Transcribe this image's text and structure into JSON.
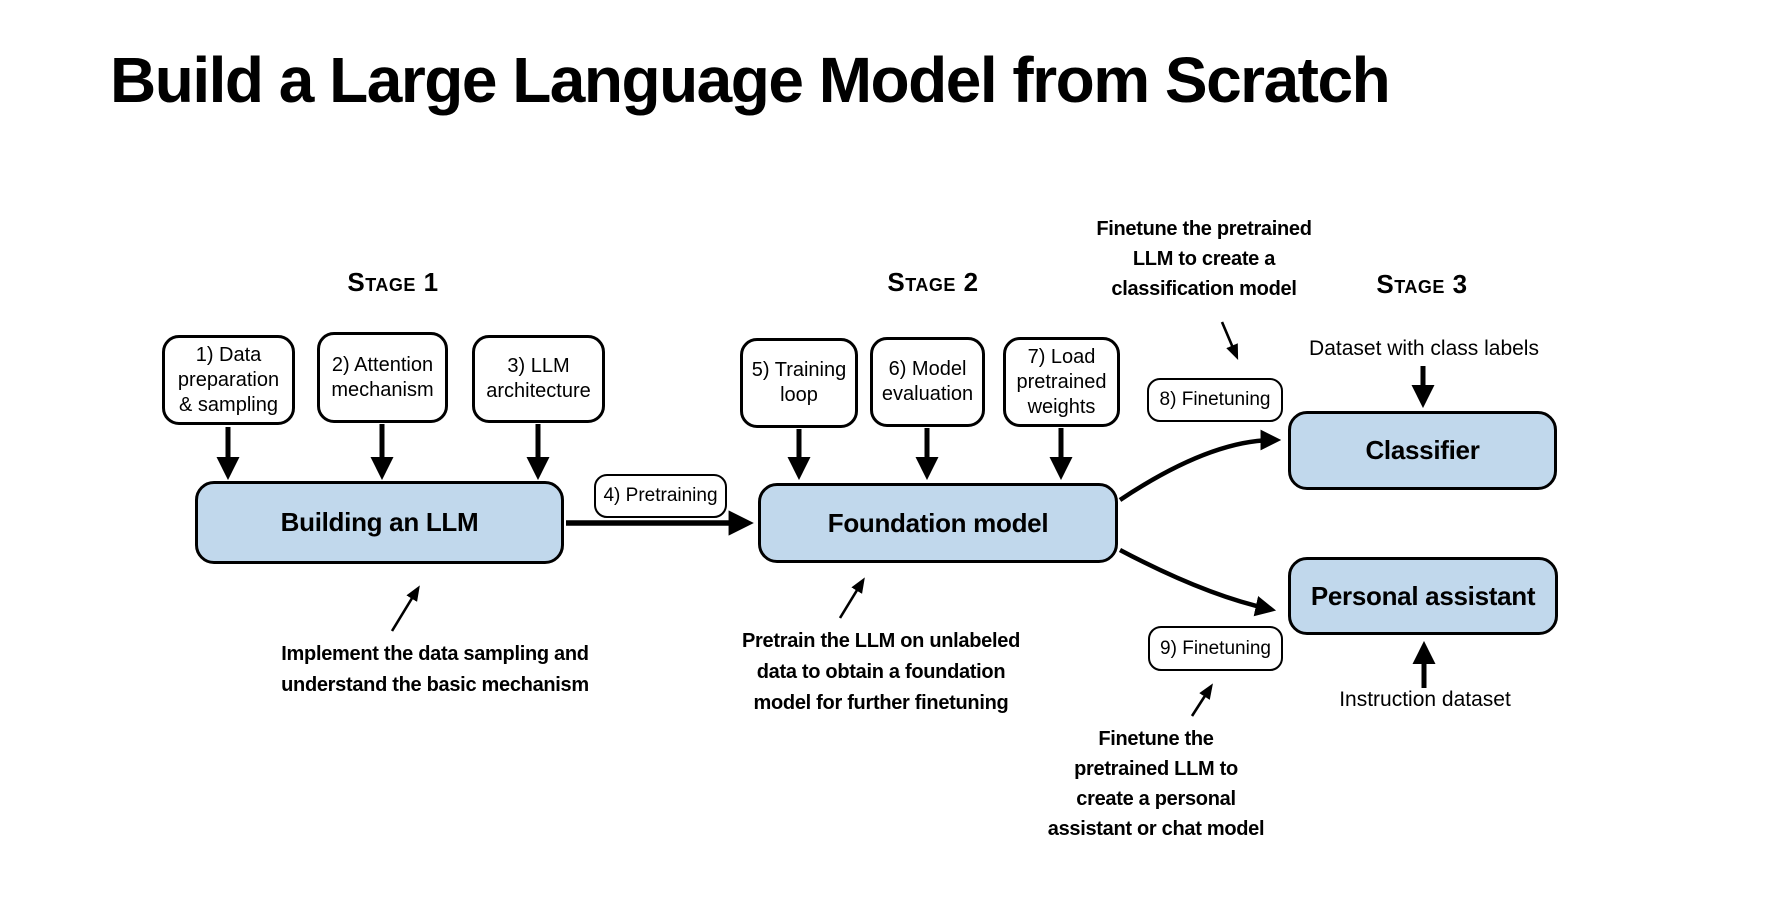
{
  "title": "Build a Large Language Model from Scratch",
  "colors": {
    "background": "#ffffff",
    "box_fill": "#c1d8ec",
    "box_border": "#000000",
    "text": "#000000"
  },
  "stage_labels": {
    "stage1": "Stage 1",
    "stage2": "Stage 2",
    "stage3": "Stage 3"
  },
  "step_boxes": {
    "data_preparation": "1) Data\npreparation\n& sampling",
    "attention": "2) Attention\nmechanism",
    "llm_architecture": "3) LLM\narchitecture",
    "pretraining": "4) Pretraining",
    "training_loop": "5) Training\nloop",
    "model_evaluation": "6) Model\nevaluation",
    "load_weights": "7) Load\npretrained\nweights",
    "finetuning_8": "8) Finetuning",
    "finetuning_9": "9) Finetuning"
  },
  "model_boxes": {
    "building": "Building an LLM",
    "foundation": "Foundation model",
    "classifier": "Classifier",
    "assistant": "Personal assistant"
  },
  "labels": {
    "dataset_class": "Dataset with class labels",
    "instruction_dataset": "Instruction dataset"
  },
  "annotations": {
    "implement": "Implement the data sampling and\nunderstand the basic mechanism",
    "pretrain": "Pretrain the LLM on unlabeled\ndata to obtain a foundation\nmodel for further finetuning",
    "classification": "Finetune the pretrained\nLLM to create a\nclassification model",
    "assistant": "Finetune the\npretrained LLM to\ncreate a personal\nassistant or chat model"
  }
}
